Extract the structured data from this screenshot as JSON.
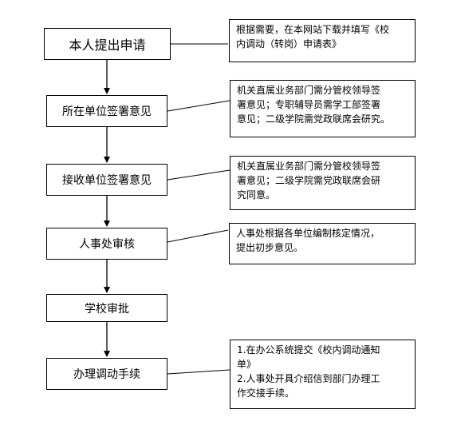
{
  "steps": [
    {
      "label": "本人提出申请"
    },
    {
      "label": "所在单位签署意见"
    },
    {
      "label": "接收单位签署意见"
    },
    {
      "label": "人事处审核"
    },
    {
      "label": "学校审批"
    },
    {
      "label": "办理调动手续"
    }
  ],
  "notes": [
    {
      "lines": [
        "根据需要，在本网站下载并填写《校",
        "内调动（转岗）申请表》"
      ]
    },
    {
      "lines": [
        "机关直属业务部门需分管校领导签",
        "署意见；专职辅导员需学工部签署",
        "意见；二级学院需党政联席会研究。"
      ]
    },
    {
      "lines": [
        "机关直属业务部门需分管校领导签",
        "署意见；二级学院需党政联席会研",
        "究同意。"
      ]
    },
    {
      "lines": [
        "人事处根据各单位编制核定情况，",
        "提出初步意见。"
      ]
    },
    {
      "lines": [
        "1.在办公系统提交《校内调动通知",
        "单》",
        "2.人事处开具介绍信到部门办理工",
        "作交接手续。"
      ]
    }
  ]
}
